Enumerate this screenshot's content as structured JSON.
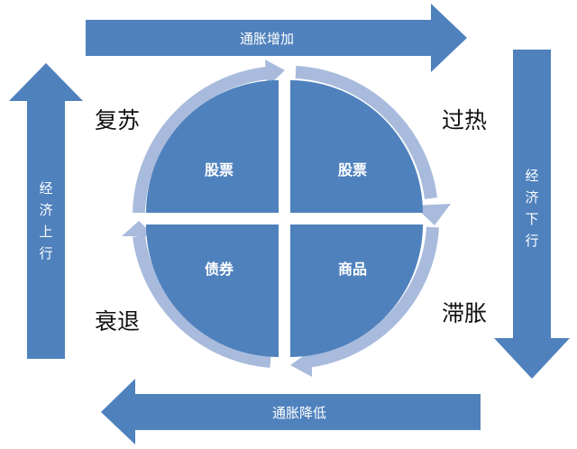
{
  "arrows": {
    "top": "通胀增加",
    "right": [
      "经",
      "济",
      "下",
      "行"
    ],
    "bottom": "通胀降低",
    "left": [
      "经",
      "济",
      "上",
      "行"
    ]
  },
  "phases": {
    "top_left": "复苏",
    "top_right": "过热",
    "bottom_right": "滞胀",
    "bottom_left": "衰退"
  },
  "quadrants": {
    "top_left": "股票",
    "top_right": "股票",
    "bottom_right": "商品",
    "bottom_left": "债券"
  },
  "colors": {
    "arrow": "#4f81bd",
    "quadrant": "#4f81bd",
    "ring": "#a9bbdc",
    "background": "#ffffff",
    "text_dark": "#111111"
  }
}
